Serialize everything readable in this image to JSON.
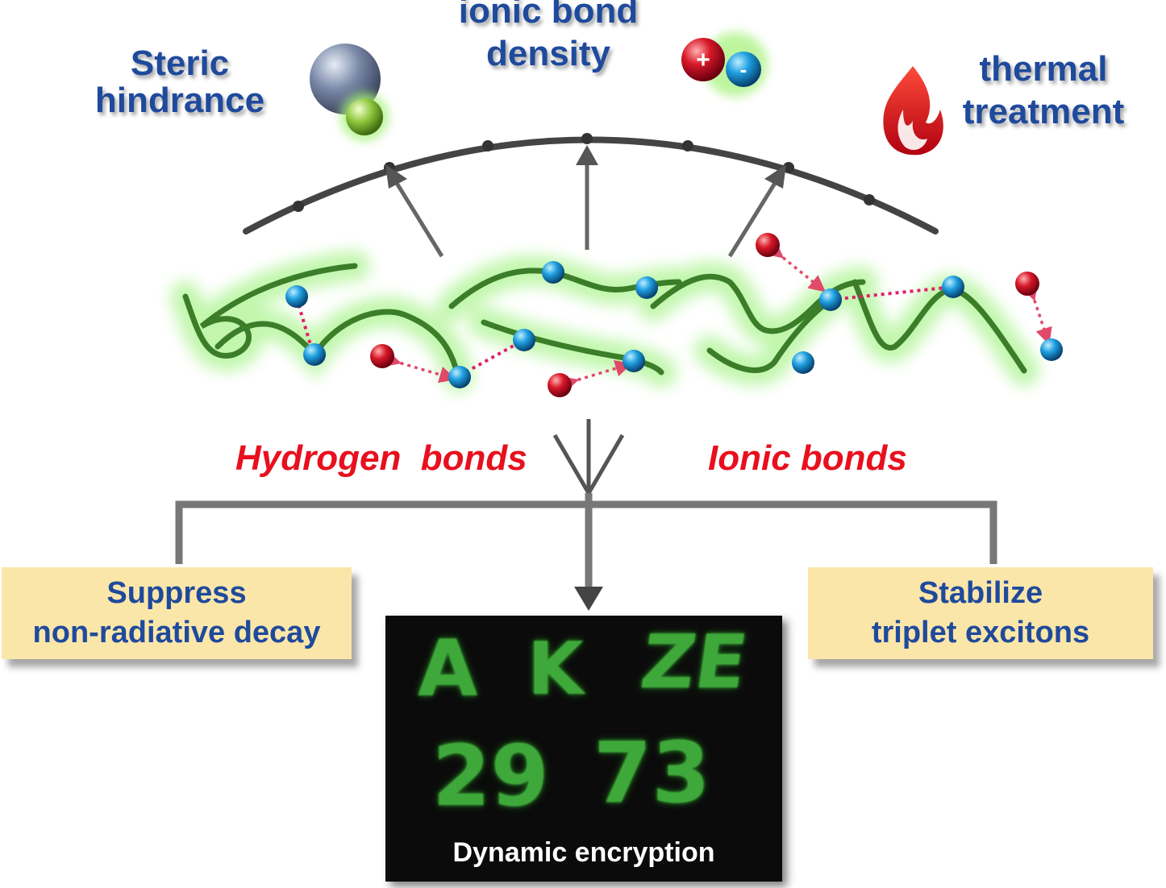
{
  "factors": {
    "steric": {
      "line1": "Steric",
      "line2": "hindrance"
    },
    "ionic_density": {
      "line1": "ionic bond",
      "line2": "density"
    },
    "thermal": {
      "line1": "thermal",
      "line2": "treatment"
    }
  },
  "ion_signs": {
    "plus": "+",
    "minus": "-"
  },
  "bonds": {
    "hydrogen": "Hydrogen  bonds",
    "ionic": "Ionic bonds"
  },
  "effects": {
    "left": {
      "line1": "Suppress",
      "line2": "non-radiative decay"
    },
    "right": {
      "line1": "Stabilize",
      "line2": "triplet excitons"
    }
  },
  "photo": {
    "row1": [
      "A",
      "K",
      "ZE"
    ],
    "row2": [
      "29",
      "73"
    ],
    "caption": "Dynamic encryption"
  },
  "colors": {
    "label_blue": "#1f4a9c",
    "bond_red": "#e8101e",
    "box_fill": "#fbe6a9",
    "chain_green": "#3b7d28",
    "glow_green": "#8ff06a",
    "phosphor_green": "#3fa83a"
  }
}
